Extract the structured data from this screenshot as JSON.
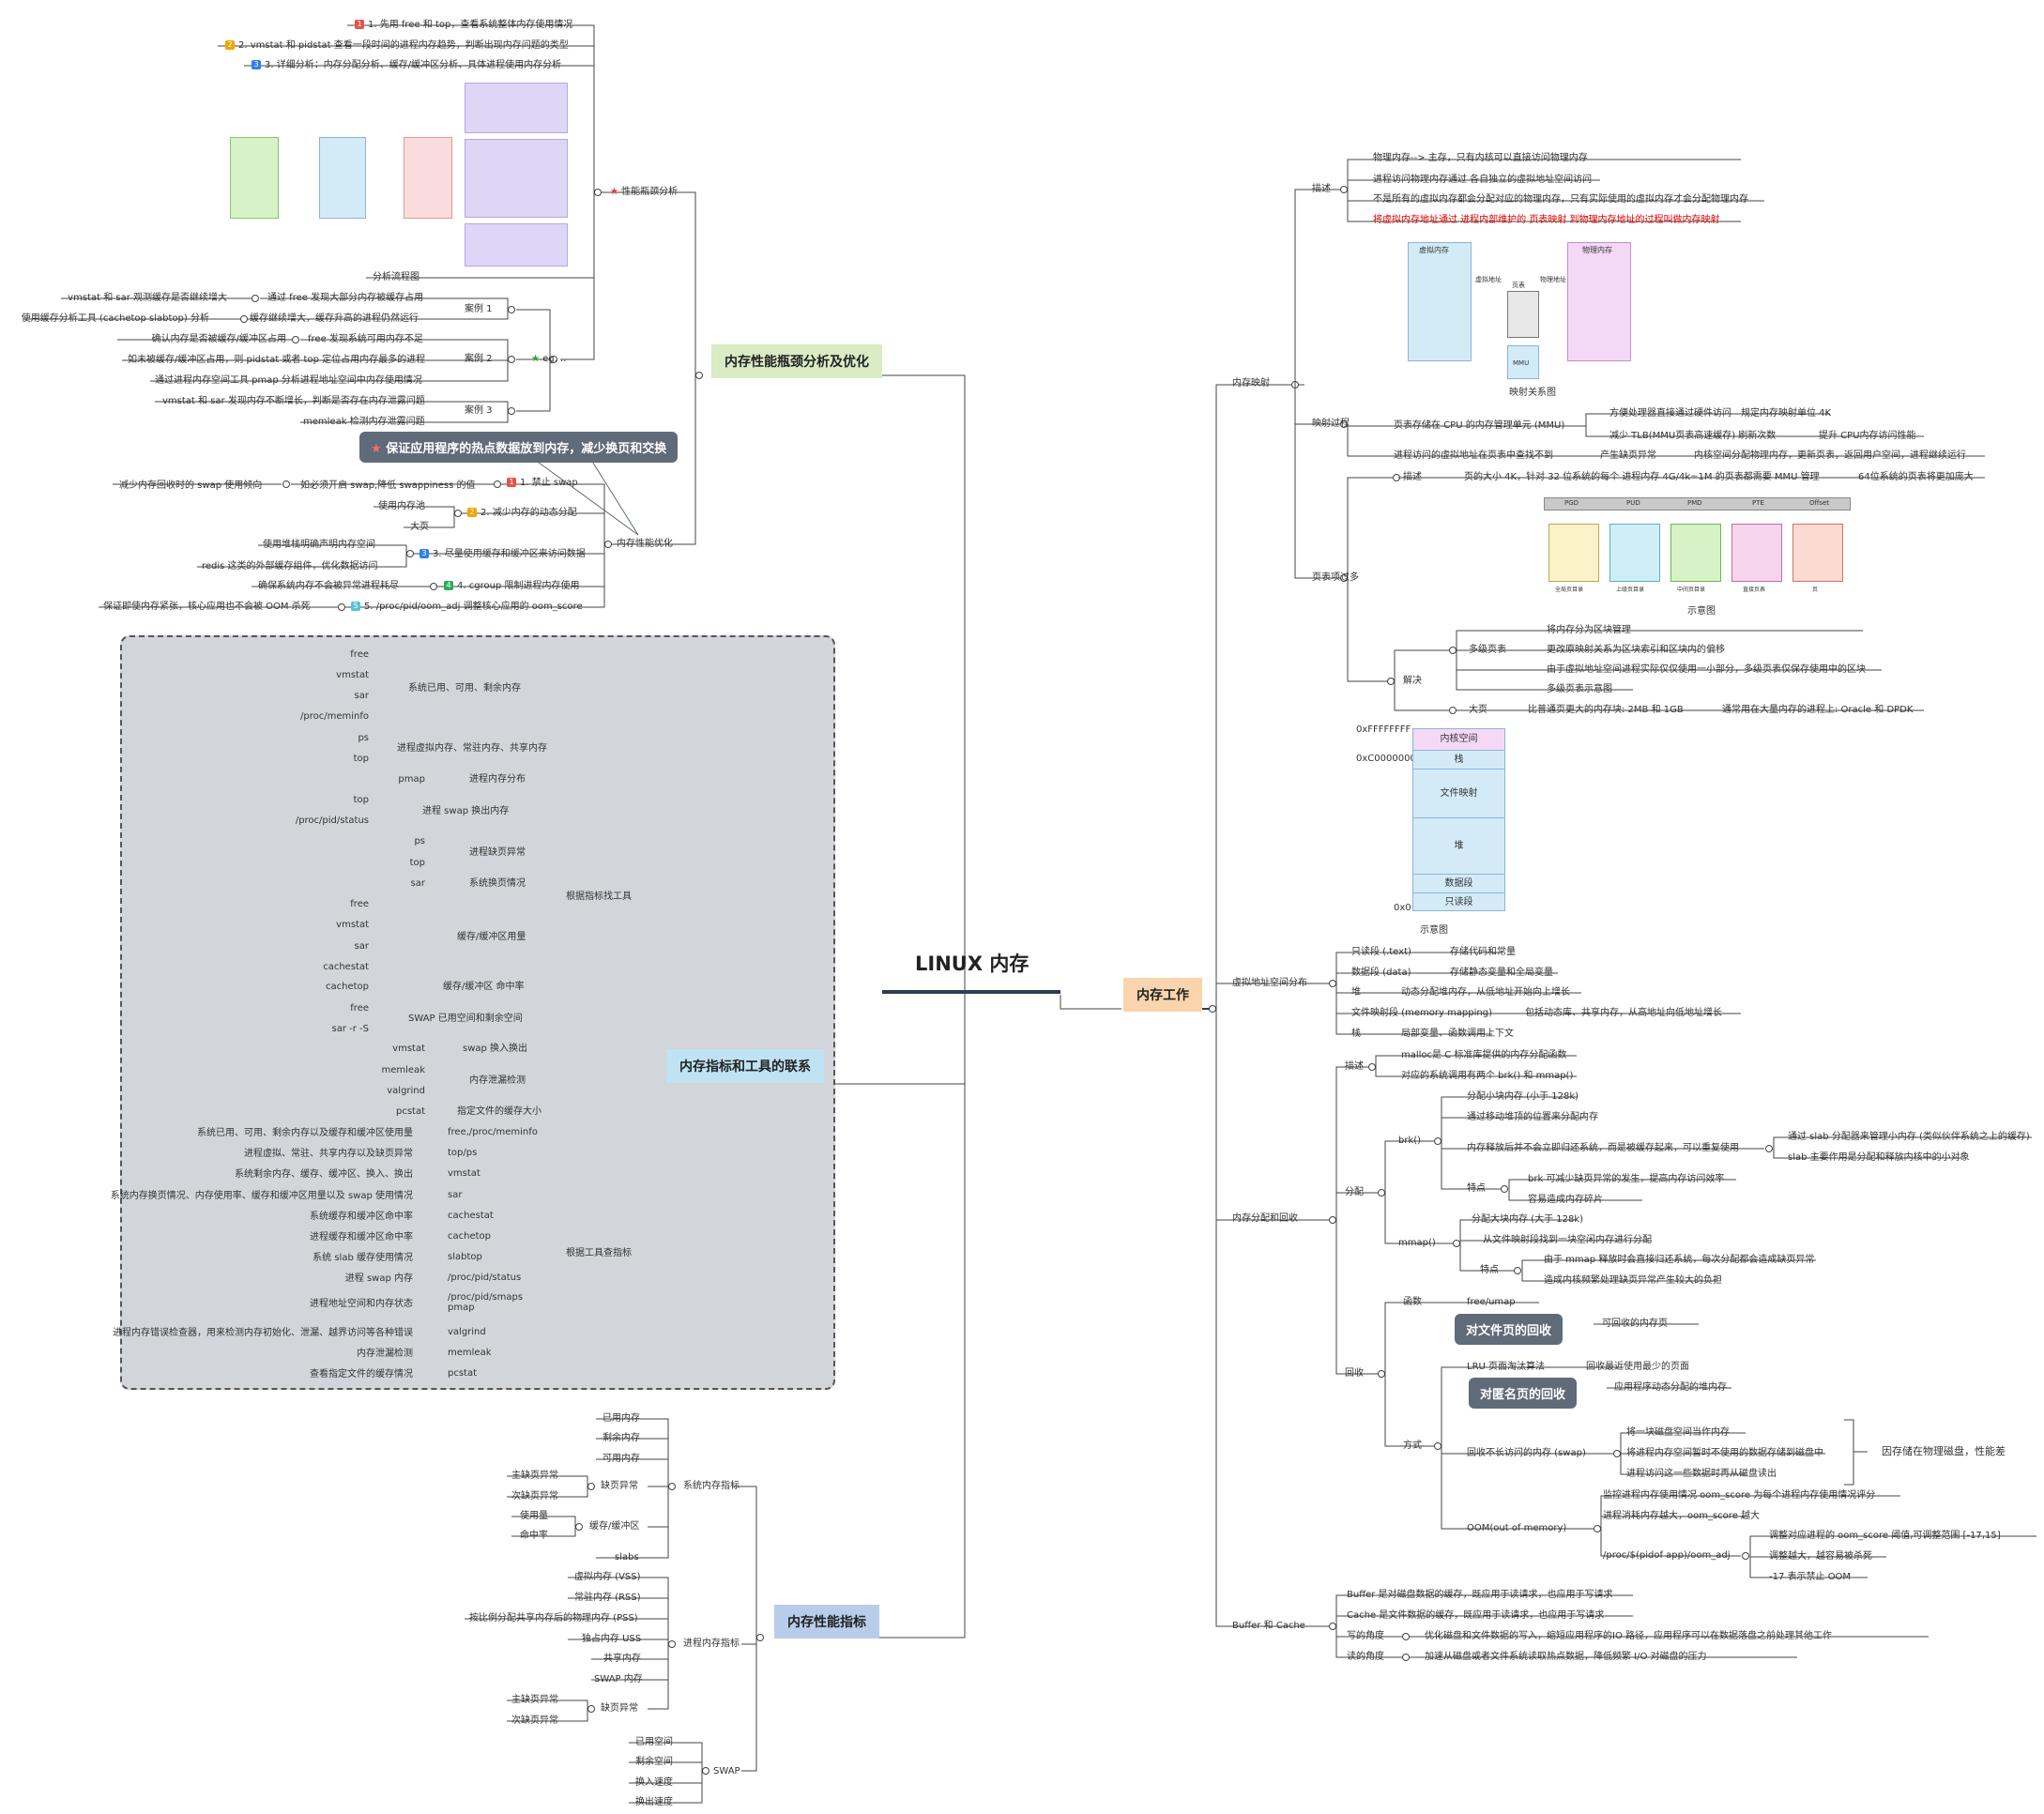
{
  "center": "LINUX 内存",
  "work": {
    "title": "内存工作",
    "mapping": {
      "label": "内存映射",
      "desc": {
        "label": "描述",
        "items": [
          "物理内存--> 主存，只有内核可以直接访问物理内存",
          "进程访问物理内存通过 各自独立的虚拟地址空间访问",
          "不是所有的虚拟内存都会分配对应的物理内存，只有实际使用的虚拟内存才会分配物理内存",
          "将虚拟内存地址通过 进程内部维护的 页表映射 到物理内存地址的过程叫做内存映射"
        ]
      },
      "diagram": {
        "vm": "虚拟内存",
        "pm": "物理内存",
        "pt": "页表",
        "mmu": "MMU",
        "va": "虚拟地址",
        "pa": "物理地址",
        "caption": "映射关系图"
      },
      "process": {
        "label": "映射过程",
        "a": "页表存储在 CPU 的内存管理单元 (MMU)",
        "a1": "方便处理器直接通过硬件访问",
        "a1b": "规定内存映射单位 4K",
        "a2": "减少 TLB(MMU页表高速缓存) 刷新次数",
        "a2b": "提升 CPU内存访问性能",
        "b": "进程访问的虚拟地址在页表中查找不到",
        "b1": "产生缺页异常",
        "b2": "内核空间分配物理内存，更新页表，返回用户空间，进程继续运行"
      },
      "pages": {
        "label": "页表项过多",
        "desc": "描述",
        "d1": "页的大小 4K，针对 32 位系统的每个 进程内存 4G/4k=1M 的页表都需要 MMU 管理",
        "d2": "64位系统的页表将更加庞大",
        "headers": [
          "PGD",
          "PUD",
          "PMD",
          "PTE",
          "Offset"
        ],
        "sublabels": [
          "全局页目录",
          "上级页目录",
          "中间页目录",
          "直接页表",
          "页"
        ],
        "caption": "示意图",
        "solve": "解决",
        "multi": "多级页表",
        "m": [
          "将内存分为区块管理",
          "更改原映射关系为区块索引和区块内的偏移",
          "由于虚拟地址空间进程实际仅仅使用一小部分，多级页表仅保存使用中的区块",
          "多级页表示意图"
        ],
        "huge": "大页",
        "h1": "比普通页更大的内存块: 2MB 和 1GB",
        "h2": "通常用在大量内存的进程上: Oracle 和 DPDK"
      }
    },
    "layout": {
      "addr_top": "0xFFFFFFFF",
      "addr_mid": "0xC0000000",
      "addr_low": "0x0",
      "cells": [
        "内核空间",
        "栈",
        "文件映射",
        "堆",
        "数据段",
        "只读段"
      ],
      "caption": "示意图"
    },
    "vas": {
      "label": "虚拟地址空间分布",
      "rows": [
        [
          "只读段 (.text)",
          "存储代码和常量"
        ],
        [
          "数据段 (data)",
          "存储静态变量和全局变量"
        ],
        [
          "堆",
          "动态分配堆内存，从低地址开始向上增长"
        ],
        [
          "文件映射段 (memory mapping)",
          "包括动态库、共享内存，从高地址向低地址增长"
        ],
        [
          "栈",
          "局部变量、函数调用上下文"
        ]
      ]
    },
    "alloc": {
      "label": "内存分配和回收",
      "desc": "描述",
      "d": [
        "malloc是 C 标准库提供的内存分配函数",
        "对应的系统调用有两个 brk() 和 mmap()"
      ],
      "fenpei": "分配",
      "brk": "brk()",
      "brk_items": [
        "分配小块内存 (小于 128k)",
        "通过移动堆顶的位置来分配内存",
        "内存释放后并不会立即归还系统，而是被缓存起来，可以重复使用"
      ],
      "slab": [
        "通过 slab 分配器来管理小内存 (类似伙伴系统之上的缓存)",
        "slab 主要作用是分配和释放内核中的小对象"
      ],
      "brk_feat": "特点",
      "brk_f": [
        "brk 可减少缺页异常的发生，提高内存访问效率",
        "容易造成内存碎片"
      ],
      "mmap": "mmap()",
      "mmap_items": [
        "分配大块内存 (大于 128k)",
        "从文件映射段找到一块空闲内存进行分配"
      ],
      "mmap_feat": "特点",
      "mmap_f": [
        "由于 mmap 释放时会直接归还系统，每次分配都会造成缺页异常",
        "造成内核频繁处理缺页异常产生较大的负担"
      ],
      "huishou": "回收",
      "func": "函数",
      "func_v": "free/umap",
      "callout1": "对文件页的回收",
      "recyclable": "可回收的内存页",
      "lru": "LRU 页面淘汰算法",
      "lru_v": "回收最近使用最少的页面",
      "callout2": "对匿名页的回收",
      "heap_dyn": "应用程序动态分配的堆内存",
      "fangshi": "方式",
      "swap": "回收不长访问的内存 (swap)",
      "swap_items": [
        "将一块磁盘空间当作内存",
        "将进程内存空间暂时不使用的数据存储到磁盘中",
        "进程访问这一些数据时再从磁盘读出"
      ],
      "swap_note": "因存储在物理磁盘，性能差",
      "oom": "OOM(out of memory)",
      "oom_items": [
        "监控进程内存使用情况 oom_score 为每个进程内存使用情况评分",
        "进程消耗内存越大，oom_score 越大",
        "/proc/$(pidof app)/oom_adj"
      ],
      "oom_adj": [
        "调整对应进程的 oom_score 阈值,可调整范围 [-17,15]",
        "调整越大，越容易被杀死",
        "-17 表示禁止 OOM"
      ]
    },
    "buffer": {
      "label": "Buffer 和 Cache",
      "items": [
        "Buffer 是对磁盘数据的缓存，既应用于读请求，也应用于写请求",
        "Cache 是文件数据的缓存，既应用于读请求，也应用于写请求"
      ],
      "write": "写的角度",
      "write_v": "优化磁盘和文件数据的写入，缩短应用程序的IO 路径，应用程序可以在数据落盘之前处理其他工作",
      "read": "读的角度",
      "read_v": "加速从磁盘或者文件系统读取热点数据，降低频繁 I/O 对磁盘的压力"
    }
  },
  "perf": {
    "title": "内存性能瓶颈分析及优化",
    "bottleneck": "性能瓶颈分析",
    "steps": [
      "1. 先用 free 和 top，查看系统整体内存使用情况",
      "2. vmstat 和 pidstat 查看一段时间的进程内存趋势，判断出现内存问题的类型",
      "3. 详细分析：内存分配分析、缓存/缓冲区分析、具体进程使用内存分析"
    ],
    "flow_caption": "分析流程图",
    "eg": "eg. ..",
    "case1": "案例 1",
    "case1_items": [
      [
        "vmstat 和 sar 观测缓存是否继续增大",
        "通过 free 发现大部分内存被缓存占用"
      ],
      [
        "使用缓存分析工具 (cachetop slabtop) 分析",
        "缓存继续增大，缓存升高的进程仍然运行"
      ]
    ],
    "case2": "案例 2",
    "case2_items": [
      [
        "确认内存是否被缓存/缓冲区占用",
        "free 发现系统可用内存不足"
      ],
      "如未被缓存/缓冲区占用，则 pidstat 或者 top 定位占用内存最多的进程",
      "通过进程内存空间工具 pmap 分析进程地址空间中内存使用情况"
    ],
    "case3": "案例 3",
    "case3_items": [
      "vmstat 和 sar 发现内存不断增长，判断是否存在内存泄露问题",
      "memleak 检测内存泄露问题"
    ],
    "callout": "保证应用程序的热点数据放到内存，减少换页和交换",
    "optimize": "内存性能优化",
    "opt1": "1. 禁止 swap",
    "opt1a": "减少内存回收时的 swap 使用倾向",
    "opt1b": "如必须开启 swap,降低 swappiness 的值",
    "opt2": "2. 减少内存的动态分配",
    "opt2a": [
      "使用内存池",
      "大页"
    ],
    "opt3": "3. 尽量使用缓存和缓冲区来访问数据",
    "opt3a": [
      "使用堆栈明确声明内存空间",
      "redis 这类的外部缓存组件，优化数据访问"
    ],
    "opt4": "4. cgroup 限制进程内存使用",
    "opt4a": "确保系统内存不会被异常进程耗尽",
    "opt5": "5. /proc/pid/oom_adj 调整核心应用的 oom_score",
    "opt5a": "保证即使内存紧张，核心应用也不会被 OOM 杀死"
  },
  "tools": {
    "title": "内存指标和工具的联系",
    "by_metric": "根据指标找工具",
    "by_tool": "根据工具查指标",
    "groups": [
      {
        "label": "系统已用、可用、剩余内存",
        "tools": [
          "free",
          "vmstat",
          "sar",
          "/proc/meminfo"
        ]
      },
      {
        "label": "进程虚拟内存、常驻内存、共享内存",
        "tools": [
          "ps",
          "top"
        ]
      },
      {
        "label": "进程内存分布",
        "tools": [
          "pmap"
        ]
      },
      {
        "label": "进程 swap 换出内存",
        "tools": [
          "top",
          "/proc/pid/status"
        ]
      },
      {
        "label": "进程缺页异常",
        "tools": [
          "ps",
          "top"
        ]
      },
      {
        "label": "系统换页情况",
        "tools": [
          "sar"
        ]
      },
      {
        "label": "缓存/缓冲区用量",
        "tools": [
          "free",
          "vmstat",
          "sar",
          "cachestat"
        ]
      },
      {
        "label": "缓存/缓冲区 命中率",
        "tools": [
          "cachetop"
        ]
      },
      {
        "label": "SWAP 已用空间和剩余空间",
        "tools": [
          "free",
          "sar -r -S"
        ]
      },
      {
        "label": "swap 换入换出",
        "tools": [
          "vmstat"
        ]
      },
      {
        "label": "内存泄漏检测",
        "tools": [
          "memleak",
          "valgrind"
        ]
      },
      {
        "label": "指定文件的缓存大小",
        "tools": [
          "pcstat"
        ]
      }
    ],
    "rev": [
      [
        "系统已用、可用、剩余内存以及缓存和缓冲区使用量",
        "free,/proc/meminfo"
      ],
      [
        "进程虚拟、常驻、共享内存以及缺页异常",
        "top/ps"
      ],
      [
        "系统剩余内存、缓存、缓冲区、换入、换出",
        "vmstat"
      ],
      [
        "系统内存换页情况、内存使用率、缓存和缓冲区用量以及 swap 使用情况",
        "sar"
      ],
      [
        "系统缓存和缓冲区命中率",
        "cachestat"
      ],
      [
        "进程缓存和缓冲区命中率",
        "cachetop"
      ],
      [
        "系统 slab 缓存使用情况",
        "slabtop"
      ],
      [
        "进程 swap 内存",
        "/proc/pid/status"
      ],
      [
        "进程地址空间和内存状态",
        "/proc/pid/smaps\npmap"
      ],
      [
        "进程内存错误检查器，用来检测内存初始化、泄漏、越界访问等各种错误",
        "valgrind"
      ],
      [
        "内存泄漏检测",
        "memleak"
      ],
      [
        "查看指定文件的缓存情况",
        "pcstat"
      ]
    ]
  },
  "metrics": {
    "title": "内存性能指标",
    "system": "系统内存指标",
    "sys_items": [
      "已用内存",
      "剩余内存",
      "可用内存"
    ],
    "fault": "缺页异常",
    "fault_items": [
      "主缺页异常",
      "次缺页异常"
    ],
    "cache": "缓存/缓冲区",
    "cache_items": [
      "使用量",
      "命中率"
    ],
    "slabs": "slabs",
    "process": "进程内存指标",
    "proc_items": [
      "虚拟内存 (VSS)",
      "常驻内存 (RSS)",
      "按比例分配共享内存后的物理内存 (PSS)",
      "独占内存 USS",
      "共享内存",
      "SWAP 内存"
    ],
    "pfault": "缺页异常",
    "pfault_items": [
      "主缺页异常",
      "次缺页异常"
    ],
    "swap": "SWAP",
    "swap_items": [
      "已用空间",
      "剩余空间",
      "换入速度",
      "换出速度"
    ]
  },
  "colors": {
    "line": "#333333",
    "perf": "#d9ecc4",
    "work": "#f9d4ac",
    "tools": "#bfe3f2",
    "metrics": "#b7cde9",
    "red": "#e00000",
    "panel": "#d2d5da"
  }
}
